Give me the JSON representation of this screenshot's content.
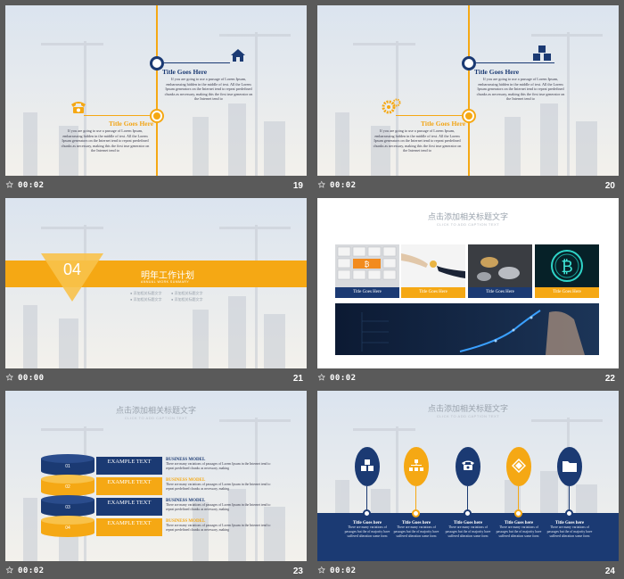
{
  "slides": [
    {
      "time": "00:02",
      "number": "19",
      "block1": {
        "title": "Title Goes Here",
        "body": "If you are going to use a passage of Lorem Ipsum, embarrassing hidden in the middle of text. All the Lorem Ipsum generators on the Internet tend to repeat predefined chunks as necessary, making this the first true generator on the Internet tend to"
      },
      "block2": {
        "title": "Title Goes Here",
        "body": "If you are going to use a passage of Lorem Ipsum, embarrassing hidden in the middle of text. All the Lorem Ipsum generators on the Internet tend to repeat predefined chunks as necessary, making this the first true generator on the Internet tend to"
      }
    },
    {
      "time": "00:02",
      "number": "20",
      "block1": {
        "title": "Title Goes Here",
        "body": "If you are going to use a passage of Lorem Ipsum, embarrassing hidden in the middle of text. All the Lorem Ipsum generators on the Internet tend to repeat predefined chunks as necessary, making this the first true generator on the Internet tend to"
      },
      "block2": {
        "title": "Title Goes Here",
        "body": "If you are going to use a passage of Lorem Ipsum, embarrassing hidden in the middle of text. All the Lorem Ipsum generators on the Internet tend to repeat predefined chunks as necessary, making this the first true generator on the Internet tend to"
      }
    },
    {
      "time": "00:00",
      "number": "21",
      "section_number": "04",
      "section_title": "明年工作计划",
      "section_sub": "ANNUAL WORK SUMMARY",
      "items": [
        "添加相关标题文字",
        "添加相关标题文字",
        "添加相关标题文字",
        "添加相关标题文字"
      ]
    },
    {
      "time": "00:02",
      "number": "22",
      "title": "点击添加相关标题文字",
      "caption": "CLICK TO ADD CAPTION TEXT",
      "images": [
        {
          "label": "Title Goes Here"
        },
        {
          "label": "Title Goes Here"
        },
        {
          "label": "Title Goes Here"
        },
        {
          "label": "Title Goes Here"
        }
      ]
    },
    {
      "time": "00:02",
      "number": "23",
      "title": "点击添加相关标题文字",
      "caption": "CLICK TO ADD CAPTION TEXT",
      "layers": [
        {
          "num": "01",
          "label": "EXAMPLE TEXT",
          "model": "BUSINESS MODEL",
          "body": "There are many variations of passages of Lorem Ipsum in the Internet tend to repeat predefined chunks as necessary, making"
        },
        {
          "num": "02",
          "label": "EXAMPLE TEXT",
          "model": "BUSINESS MODEL",
          "body": "There are many variations of passages of Lorem Ipsum in the Internet tend to repeat predefined chunks as necessary, making"
        },
        {
          "num": "03",
          "label": "EXAMPLE TEXT",
          "model": "BUSINESS MODEL",
          "body": "There are many variations of passages of Lorem Ipsum in the Internet tend to repeat predefined chunks as necessary, making"
        },
        {
          "num": "04",
          "label": "EXAMPLE TEXT",
          "model": "BUSINESS MODEL",
          "body": "There are many variations of passages of Lorem Ipsum in the Internet tend to repeat predefined chunks as necessary, making"
        }
      ]
    },
    {
      "time": "00:02",
      "number": "24",
      "title": "点击添加相关标题文字",
      "caption": "CLICK TO ADD CAPTION TEXT",
      "columns": [
        {
          "title": "Title Goes here",
          "body": "There are many variations of passages but the of majority have suffered alteration some form"
        },
        {
          "title": "Title Goes here",
          "body": "There are many variations of passages but the of majority have suffered alteration some form"
        },
        {
          "title": "Title Goes here",
          "body": "There are many variations of passages but the of majority have suffered alteration some form"
        },
        {
          "title": "Title Goes here",
          "body": "There are many variations of passages but the of majority have suffered alteration some form"
        },
        {
          "title": "Title Goes here",
          "body": "There are many variations of passages but the of majority have suffered alteration some form"
        }
      ]
    }
  ],
  "colors": {
    "navy": "#1b3a73",
    "orange": "#f5a814",
    "background": "#5a5a5a"
  }
}
